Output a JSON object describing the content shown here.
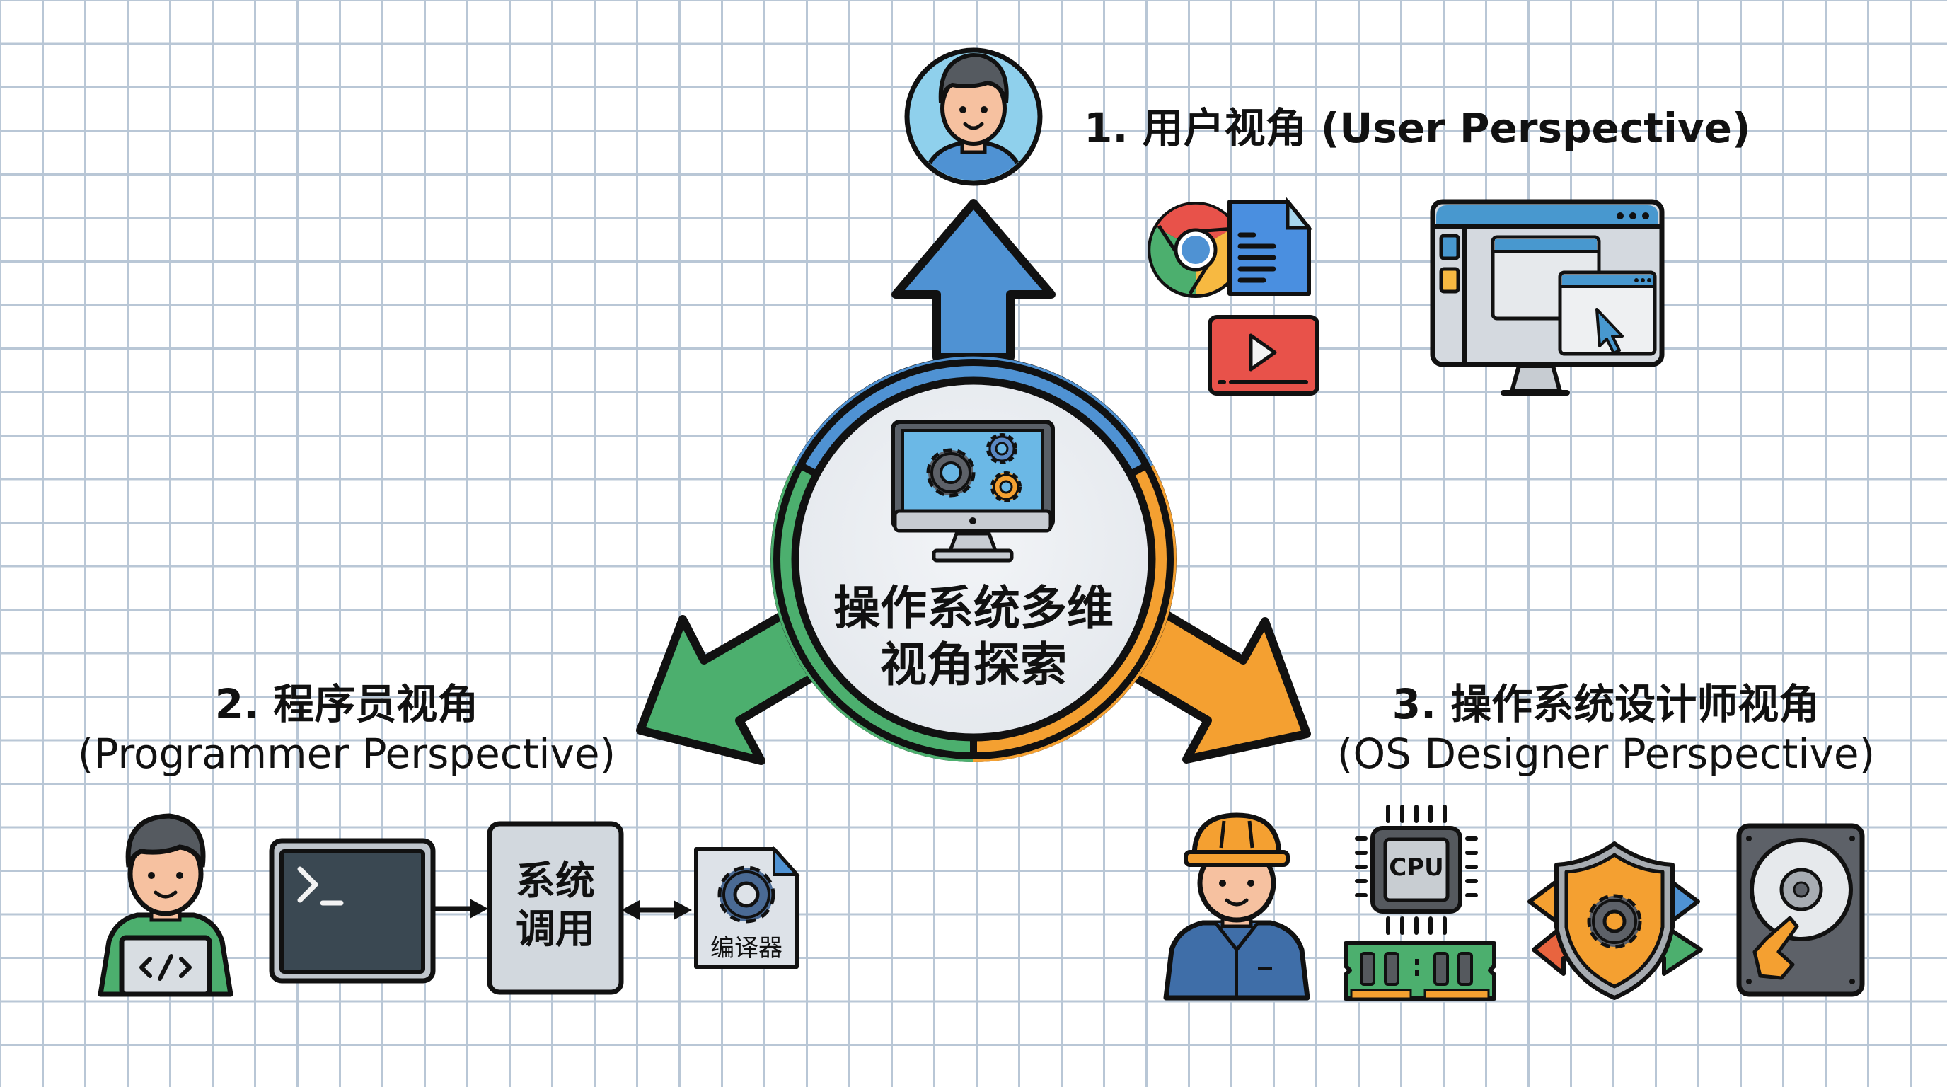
{
  "center": {
    "title_line1": "操作系统多维",
    "title_line2": "视角探索",
    "icon": "monitor-gears-icon"
  },
  "perspectives": [
    {
      "number_label": "1. 用户视角 (User Perspective)",
      "arrow_color": "#4f92d3",
      "icons": [
        "user-avatar-icon",
        "chrome-browser-icon",
        "document-icon",
        "video-player-icon",
        "desktop-windows-cursor-icon"
      ]
    },
    {
      "title": "2. 程序员视角",
      "subtitle": "(Programmer Perspective)",
      "arrow_color": "#4caf6e",
      "icons": [
        "programmer-avatar-icon",
        "terminal-icon",
        "system-call-box",
        "compiler-icon"
      ],
      "terminal_prompt": ">_",
      "system_call_line1": "系统",
      "system_call_line2": "调用",
      "compiler_label": "编译器"
    },
    {
      "title": "3. 操作系统设计师视角",
      "subtitle": "(OS Designer Perspective)",
      "arrow_color": "#f4a031",
      "icons": [
        "engineer-avatar-icon",
        "cpu-chip-icon",
        "ram-module-icon",
        "shield-gear-arrows-icon",
        "hard-disk-icon"
      ],
      "cpu_label": "CPU"
    }
  ],
  "colors": {
    "blue": "#4f92d3",
    "green": "#4caf6e",
    "orange": "#f4a031",
    "red": "#e8524a",
    "yellow": "#f7b941",
    "grid": "#b9c7d6",
    "outline": "#111111",
    "light_gray": "#e8ebef"
  }
}
